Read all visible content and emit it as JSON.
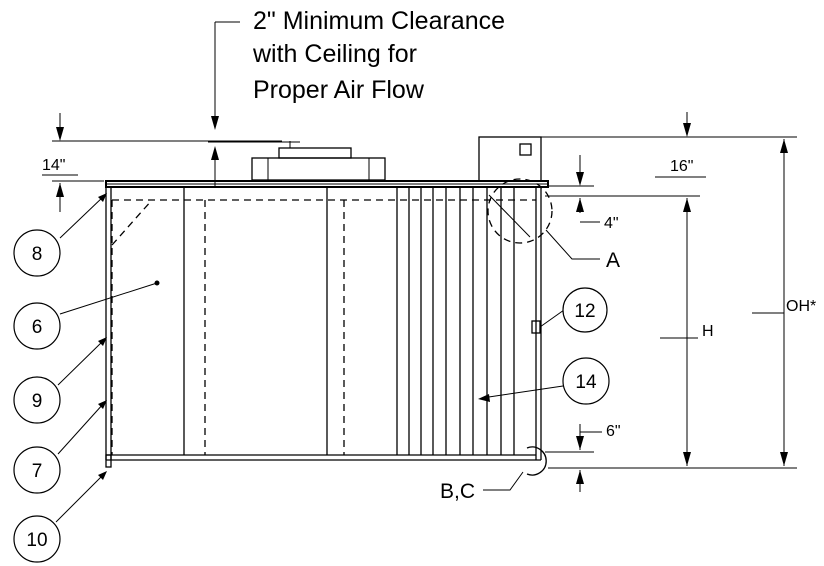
{
  "clearance_note": {
    "line1": "2\" Minimum Clearance",
    "line2": "with Ceiling for",
    "line3": "Proper Air Flow"
  },
  "dimensions": {
    "top_depth": "14\"",
    "upper_height": "16\"",
    "mid_gap": "4\"",
    "bottom_gap": "6\"",
    "height": "H",
    "overall_height": "OH*"
  },
  "callouts": [
    "8",
    "6",
    "9",
    "7",
    "10",
    "12",
    "14"
  ],
  "details": {
    "a": "A",
    "bc": "B,C"
  }
}
